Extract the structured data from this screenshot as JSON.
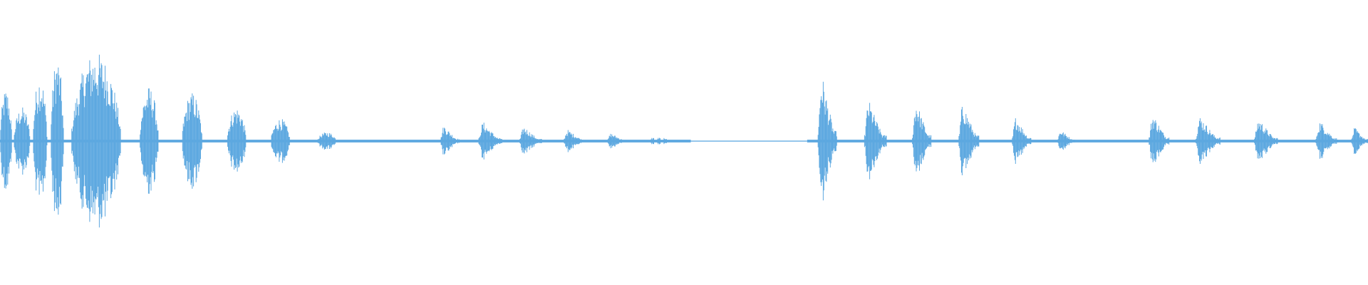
{
  "waveform": {
    "color": "#5DA8E0",
    "background": "#ffffff",
    "clips": [
      {
        "start": 0.0,
        "end": 0.01,
        "amp": 0.46,
        "shape": "burst"
      },
      {
        "start": 0.01,
        "end": 0.024,
        "amp": 0.3,
        "shape": "burst"
      },
      {
        "start": 0.024,
        "end": 0.036,
        "amp": 0.58,
        "shape": "burst"
      },
      {
        "start": 0.037,
        "end": 0.048,
        "amp": 0.74,
        "shape": "burst"
      },
      {
        "start": 0.052,
        "end": 0.094,
        "amp": 0.78,
        "shape": "burst"
      },
      {
        "start": 0.102,
        "end": 0.118,
        "amp": 0.48,
        "shape": "burst"
      },
      {
        "start": 0.133,
        "end": 0.15,
        "amp": 0.43,
        "shape": "burst"
      },
      {
        "start": 0.166,
        "end": 0.182,
        "amp": 0.3,
        "shape": "burst"
      },
      {
        "start": 0.198,
        "end": 0.214,
        "amp": 0.2,
        "shape": "burst"
      },
      {
        "start": 0.232,
        "end": 0.248,
        "amp": 0.08,
        "shape": "burst"
      },
      {
        "start": 0.322,
        "end": 0.336,
        "amp": 0.14,
        "shape": "blob"
      },
      {
        "start": 0.35,
        "end": 0.367,
        "amp": 0.17,
        "shape": "blob"
      },
      {
        "start": 0.38,
        "end": 0.396,
        "amp": 0.13,
        "shape": "blob"
      },
      {
        "start": 0.412,
        "end": 0.428,
        "amp": 0.1,
        "shape": "blob"
      },
      {
        "start": 0.444,
        "end": 0.458,
        "amp": 0.07,
        "shape": "blob"
      },
      {
        "start": 0.476,
        "end": 0.49,
        "amp": 0.03,
        "shape": "dots"
      },
      {
        "start": 0.598,
        "end": 0.612,
        "amp": 0.6,
        "shape": "blob"
      },
      {
        "start": 0.632,
        "end": 0.648,
        "amp": 0.36,
        "shape": "blob"
      },
      {
        "start": 0.667,
        "end": 0.681,
        "amp": 0.36,
        "shape": "blob"
      },
      {
        "start": 0.701,
        "end": 0.716,
        "amp": 0.34,
        "shape": "blob"
      },
      {
        "start": 0.74,
        "end": 0.754,
        "amp": 0.22,
        "shape": "blob"
      },
      {
        "start": 0.773,
        "end": 0.786,
        "amp": 0.1,
        "shape": "blob"
      },
      {
        "start": 0.84,
        "end": 0.855,
        "amp": 0.24,
        "shape": "blob"
      },
      {
        "start": 0.874,
        "end": 0.892,
        "amp": 0.22,
        "shape": "blob"
      },
      {
        "start": 0.917,
        "end": 0.934,
        "amp": 0.2,
        "shape": "blob"
      },
      {
        "start": 0.962,
        "end": 0.978,
        "amp": 0.18,
        "shape": "blob"
      },
      {
        "start": 0.988,
        "end": 1.0,
        "amp": 0.12,
        "shape": "blob"
      }
    ],
    "silence_segments": [
      {
        "start": 0.0,
        "end": 0.505,
        "amp": 0.012
      },
      {
        "start": 0.505,
        "end": 0.59,
        "amp": 0.004
      },
      {
        "start": 0.59,
        "end": 1.0,
        "amp": 0.012
      }
    ]
  }
}
